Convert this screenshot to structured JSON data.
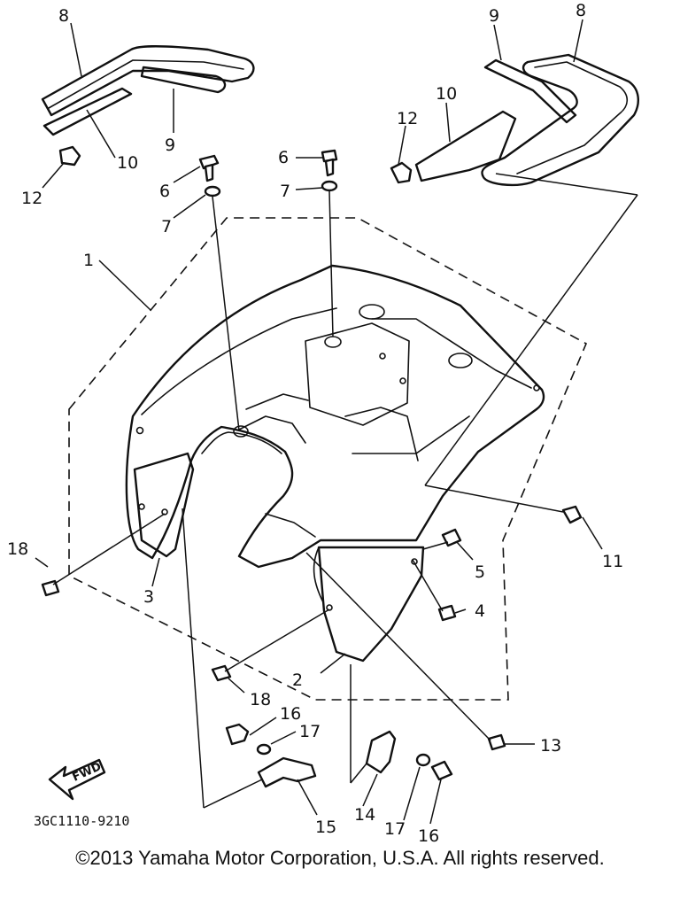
{
  "diagram": {
    "part_code": "3GC1110-9210",
    "fwd_label": "FWD",
    "callouts": {
      "c1": "1",
      "c2": "2",
      "c3": "3",
      "c4": "4",
      "c5": "5",
      "c6a": "6",
      "c6b": "6",
      "c7a": "7",
      "c7b": "7",
      "c8a": "8",
      "c8b": "8",
      "c9a": "9",
      "c9b": "9",
      "c10a": "10",
      "c10b": "10",
      "c11": "11",
      "c12a": "12",
      "c12b": "12",
      "c13": "13",
      "c14": "14",
      "c15": "15",
      "c16a": "16",
      "c16b": "16",
      "c17a": "17",
      "c17b": "17",
      "c18a": "18",
      "c18b": "18"
    }
  },
  "footer": {
    "copyright": "©2013 Yamaha Motor Corporation, U.S.A. All rights reserved."
  }
}
